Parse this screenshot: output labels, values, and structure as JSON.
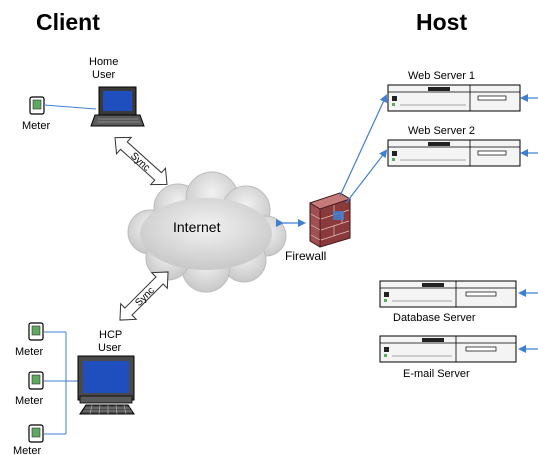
{
  "headers": {
    "client": "Client",
    "host": "Host"
  },
  "client": {
    "home_user": [
      "Home",
      "User"
    ],
    "hcp_user": [
      "HCP",
      "User"
    ],
    "meter": "Meter",
    "sync": "Sync"
  },
  "network": {
    "internet": "Internet",
    "firewall": "Firewall"
  },
  "servers": {
    "web1": "Web Server 1",
    "web2": "Web Server 2",
    "database": "Database Server",
    "email": "E-mail Server"
  },
  "colors": {
    "link": "#3f7fd0",
    "screen": "#1f4fbf",
    "cloud": "#d6d6d6",
    "brick": "#a05050",
    "arrow_fill": "#ffffff"
  }
}
